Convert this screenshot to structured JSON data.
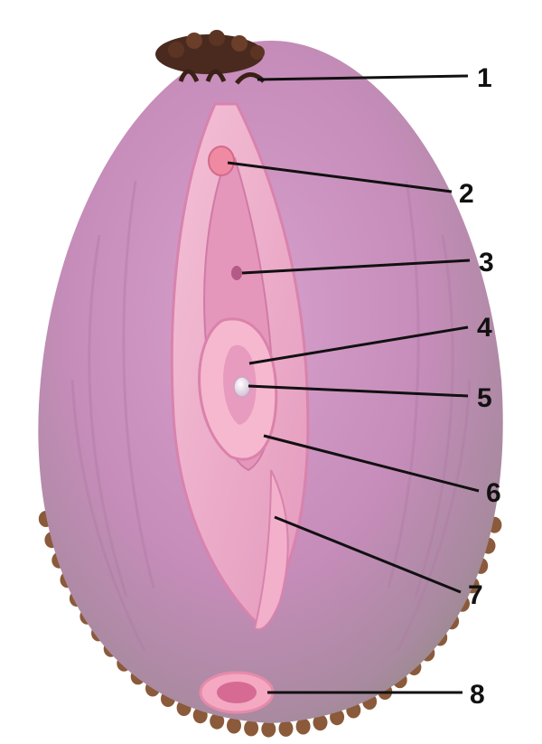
{
  "figure": {
    "colors": {
      "background": "#ffffff",
      "body": "#c98fbb",
      "body_edge": "#8f8a80",
      "inner": "#e8a8c8",
      "inner_light": "#f2bcd2",
      "beads": "#8a5a3a",
      "leader": "#111111"
    },
    "labels": [
      {
        "id": "1",
        "text": "1"
      },
      {
        "id": "2",
        "text": "2"
      },
      {
        "id": "3",
        "text": "3"
      },
      {
        "id": "4",
        "text": "4"
      },
      {
        "id": "5",
        "text": "5"
      },
      {
        "id": "6",
        "text": "6"
      },
      {
        "id": "7",
        "text": "7"
      },
      {
        "id": "8",
        "text": "8"
      }
    ]
  }
}
